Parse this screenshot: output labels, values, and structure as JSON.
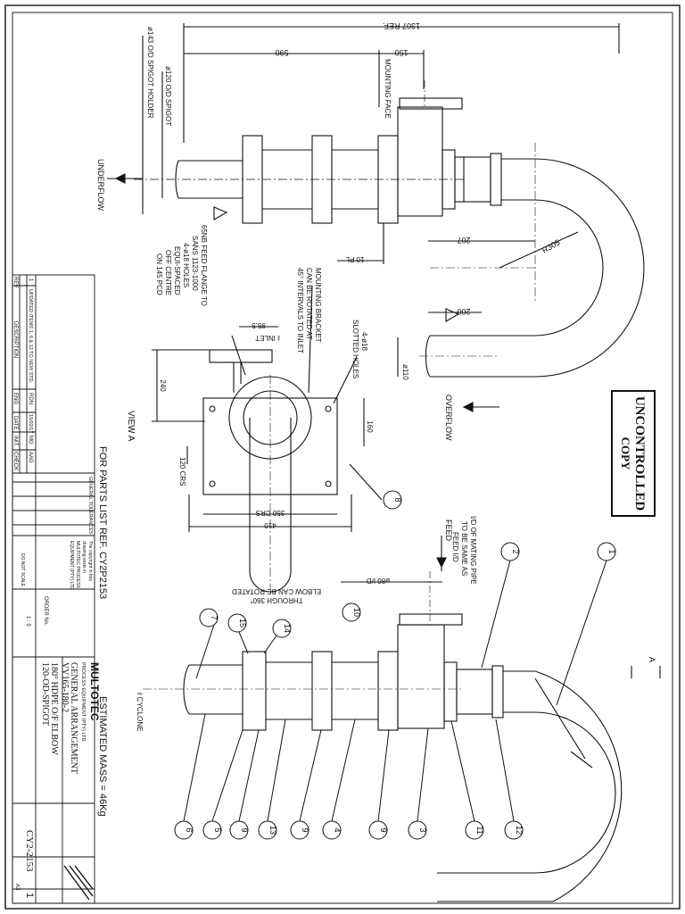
{
  "stamp": {
    "line1": "UNCONTROLLED",
    "line2": "COPY"
  },
  "dims": {
    "overall": "1307 REF.",
    "d590": "590",
    "d150": "150",
    "mounting_face": "MOUNTING FACE",
    "spigot_holder": "ø143 O/D SPIGOT HOLDER",
    "spigot": "ø120 O/D SPIGOT",
    "underflow": "UNDERFLOW",
    "overflow": "OVERFLOW",
    "d207": "207",
    "r305": "R305",
    "d200": "200",
    "d110": "ø110",
    "pl": "10 PL",
    "flange_note": [
      "65NB FEED FLANGE TO",
      "SANS 1123-1000",
      "4-ø18 HOLES",
      "EQUI-SPACED",
      "OFF CENTRE",
      "ON 145 PCD"
    ],
    "bracket_note": [
      "MOUNTING BRACKET",
      "CAN BE ROTATED AT",
      "45° INTERVALS TO INLET"
    ],
    "slot_note": [
      "4-ø18",
      "SLOTTED HOLES"
    ],
    "d95": "95.5",
    "inlet": "ℓ INLET",
    "d240": "240",
    "d160": "160",
    "d120": "120 CRS",
    "d350": "350 CRS",
    "d410": "410",
    "view": "VIEW A",
    "elbow_note": [
      "ELBOW CAN BE ROTATED",
      "THROUGH 360°"
    ],
    "feed": "FEED",
    "mating_note": [
      "I/D OF MATING PIPE",
      "TO BE SAME AS",
      "FEED I/D"
    ],
    "d80": "ø80 I/D",
    "cyclone": "ℓ CYCLONE",
    "section": "A",
    "parts_ref": "FOR PARTS LIST REF. CY2P2153",
    "mass": "ESTIMATED MASS = 46Kg"
  },
  "balloons": [
    "1",
    "2",
    "8",
    "10",
    "7",
    "15",
    "14",
    "6",
    "5",
    "9",
    "13",
    "9",
    "4",
    "9",
    "3",
    "11",
    "12"
  ],
  "title_block": {
    "company": "MULTOTEC",
    "company_sub": "PROCESS EQUIPMENT (PTY) LTD",
    "title1": "GENERAL ARRANGEMENT",
    "title2": "VV165-180-2",
    "title3": "180° HDPE O/F ELBOW",
    "title4": "120-OD-SPIGOT",
    "dwg_no": "CY2-2153",
    "rev": "1",
    "size": "A3",
    "scale": "1 : 5",
    "order": "ORDER No.",
    "no_scale": "DO NOT SCALE",
    "tolerances": "GENERAL TOLERANCES",
    "copyright": [
      "The copyright in this",
      "drawing vests in",
      "MULTOTEC PROCESS",
      "EQUIPMENT (PTY) LTD"
    ],
    "rev_row": [
      "1",
      "UPDATED ITEMS 1, 6 & 12 TO NEW STD.",
      "RDN",
      "15/02/17",
      "MG",
      "AAG"
    ],
    "rev_headers": [
      "REV",
      "DESCRIPTION",
      "ENG",
      "DATE",
      "INIT.",
      "CHECK"
    ]
  }
}
